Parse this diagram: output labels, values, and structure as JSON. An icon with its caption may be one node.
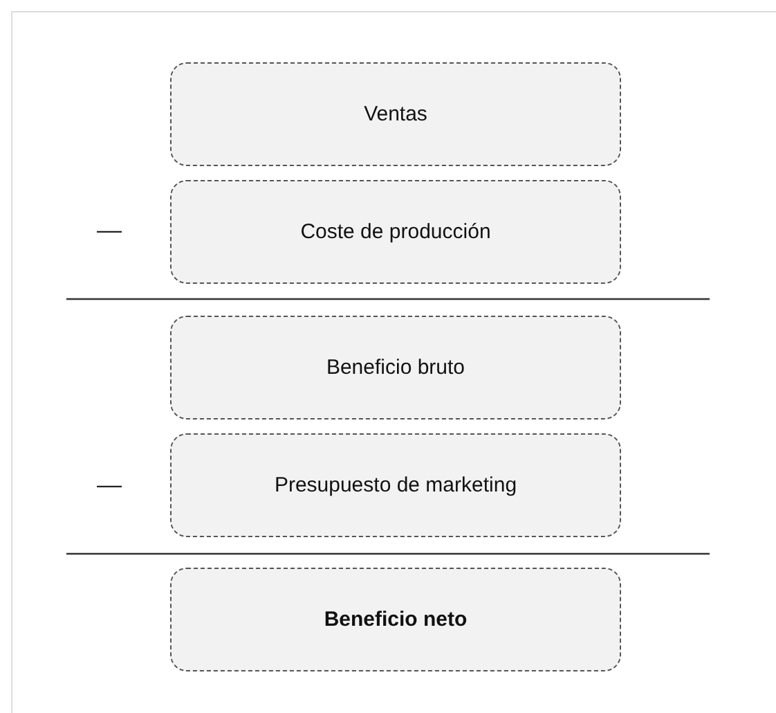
{
  "diagram": {
    "nodes": [
      {
        "text": [
          "Ventas"
        ]
      },
      {
        "text": [
          "Coste de producción"
        ]
      },
      {
        "text": [
          "Beneficio bruto"
        ]
      },
      {
        "text": [
          "Presupuesto de marketing"
        ]
      },
      {
        "text": [
          "Beneficio neto"
        ]
      }
    ],
    "labels": [
      "—",
      "—"
    ]
  }
}
